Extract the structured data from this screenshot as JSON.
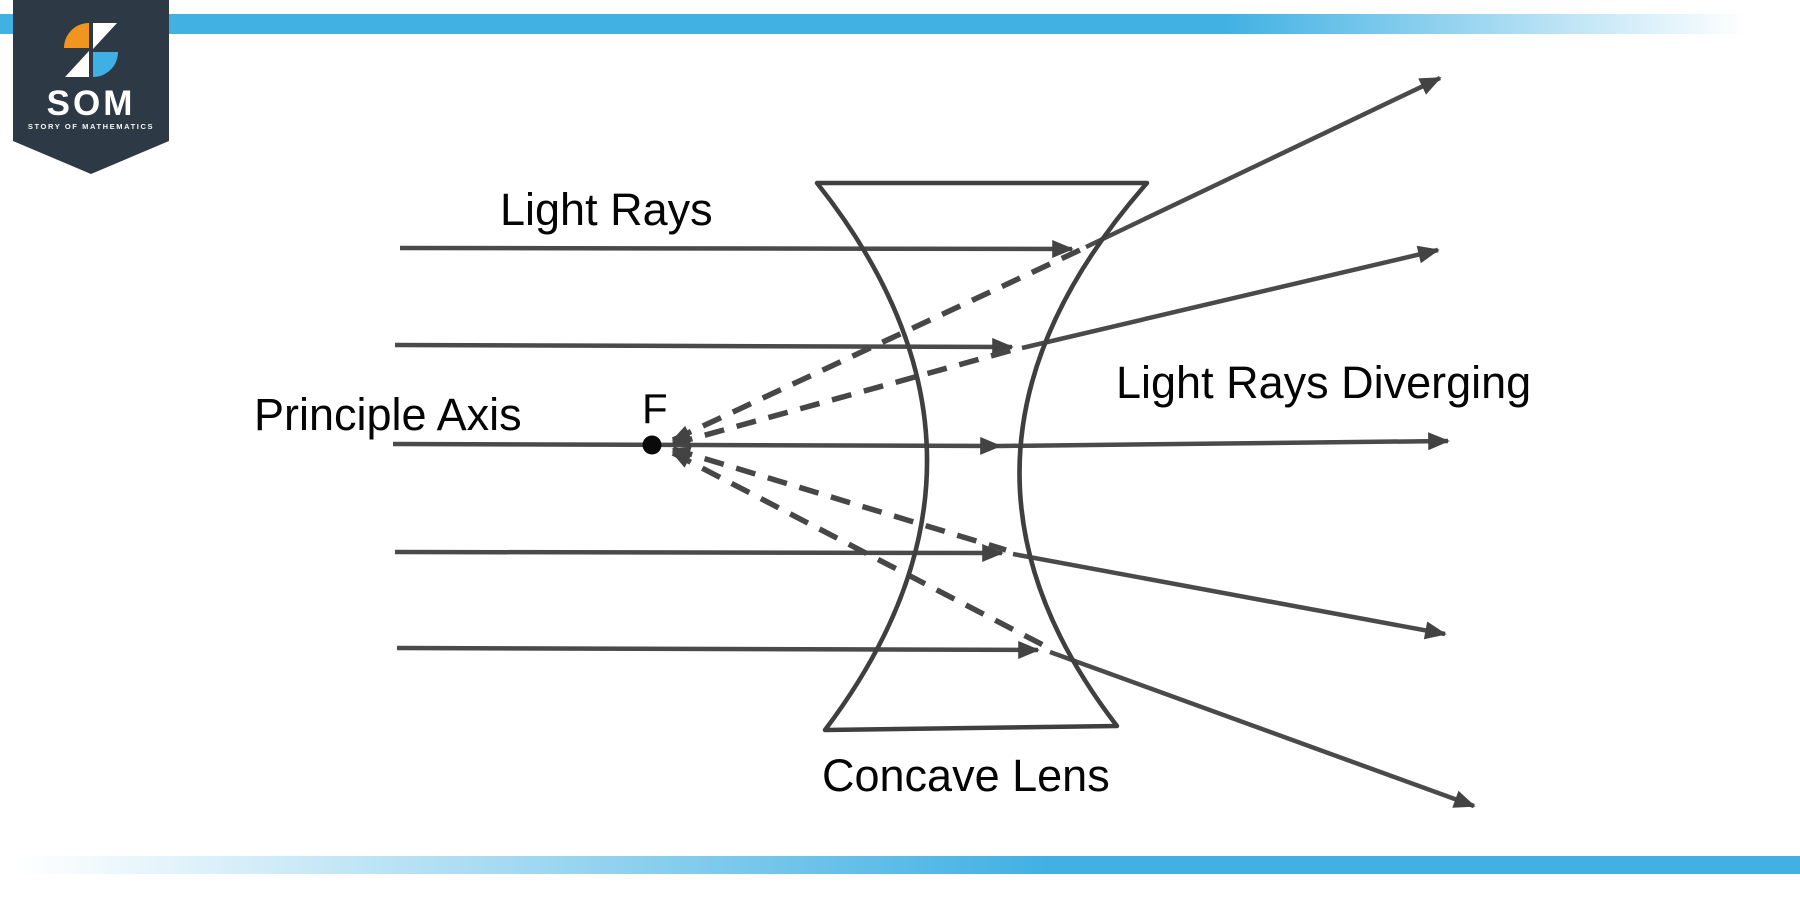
{
  "brand": {
    "acronym": "SOM",
    "tagline": "STORY OF MATHEMATICS",
    "banner_color": "#2d3a46",
    "icon_orange": "#f0951f",
    "icon_blue": "#3fb0e5",
    "icon_white": "#ffffff"
  },
  "accent_bars": {
    "blue": "#41b1e3"
  },
  "diagram": {
    "labels": {
      "light_rays": "Light Rays",
      "principle_axis": "Principle Axis",
      "focal_point": "F",
      "light_rays_diverging": "Light Rays Diverging",
      "concave_lens": "Concave Lens"
    },
    "stroke_color": "#434343",
    "incident_ray_count": 5,
    "diverging_ray_count": 5,
    "dashed_backtrace_count": 4
  }
}
